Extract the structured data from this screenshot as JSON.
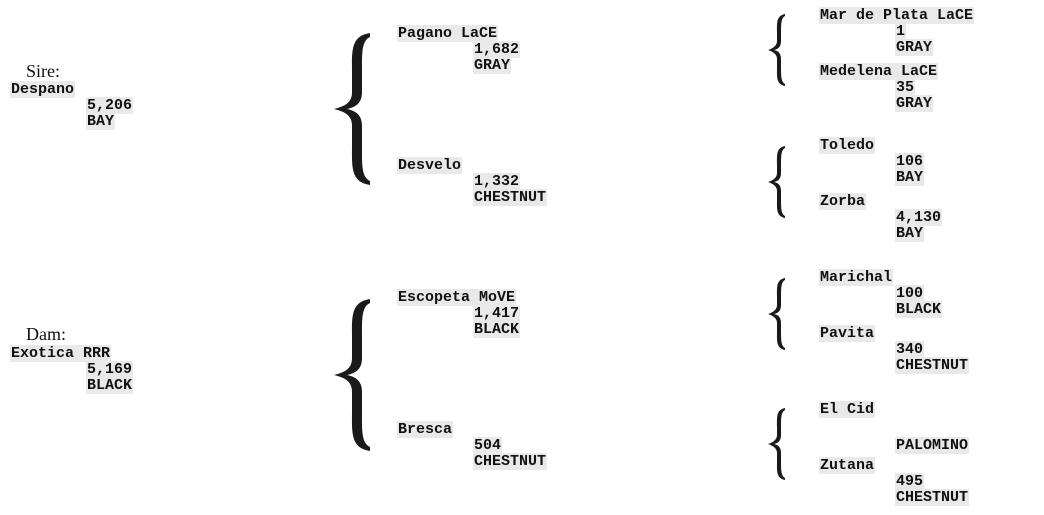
{
  "sire": {
    "label": "Sire:",
    "name": "Despano",
    "number": "5,206",
    "color": "BAY",
    "sire": {
      "name": "Pagano LaCE",
      "number": "1,682",
      "color": "GRAY",
      "sire": {
        "name": "Mar de Plata LaCE",
        "number": "1",
        "color": "GRAY"
      },
      "dam": {
        "name": "Medelena LaCE",
        "number": "35",
        "color": "GRAY"
      }
    },
    "dam": {
      "name": "Desvelo",
      "number": "1,332",
      "color": "CHESTNUT",
      "sire": {
        "name": "Toledo",
        "number": "106",
        "color": "BAY"
      },
      "dam": {
        "name": "Zorba",
        "number": "4,130",
        "color": "BAY"
      }
    }
  },
  "dam": {
    "label": "Dam:",
    "name": "Exotica RRR",
    "number": "5,169",
    "color": "BLACK",
    "sire": {
      "name": "Escopeta MoVE",
      "number": "1,417",
      "color": "BLACK",
      "sire": {
        "name": "Marichal",
        "number": "100",
        "color": "BLACK"
      },
      "dam": {
        "name": "Pavita",
        "number": "340",
        "color": "CHESTNUT"
      }
    },
    "dam": {
      "name": "Bresca",
      "number": "504",
      "color": "CHESTNUT",
      "sire": {
        "name": "El Cid",
        "color": "PALOMINO"
      },
      "dam": {
        "name": "Zutana",
        "number": "495",
        "color": "CHESTNUT"
      }
    }
  }
}
